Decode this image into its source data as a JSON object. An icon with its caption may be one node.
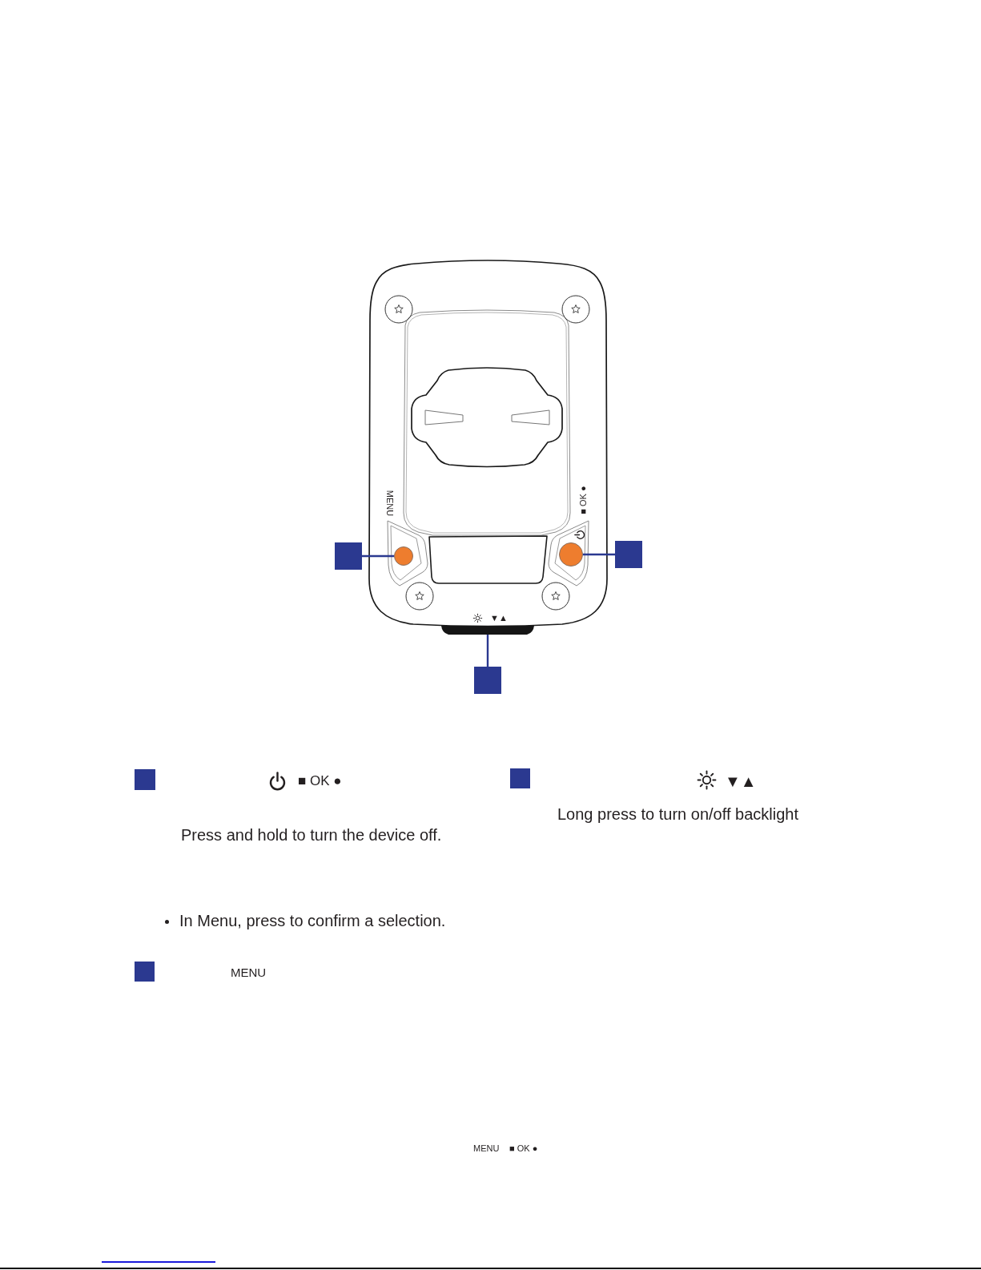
{
  "diagram": {
    "nodes": [
      {
        "text": [],
        "shape": "box"
      },
      {
        "text": [],
        "shape": "circle"
      },
      {
        "text": [],
        "shape": "circle"
      },
      {
        "text": [],
        "shape": "box"
      },
      {
        "text": [],
        "shape": "bar"
      },
      {
        "text": [],
        "shape": "box"
      },
      {
        "text": [],
        "shape": "box"
      },
      {
        "text": [],
        "shape": "box"
      },
      {
        "text": [],
        "shape": "box"
      }
    ],
    "edges": [
      {
        "from": 0,
        "to": 1,
        "arrow": "none"
      },
      {
        "from": 3,
        "to": 2,
        "arrow": "none"
      },
      {
        "from": 5,
        "to": 4,
        "arrow": "none"
      }
    ],
    "labels": [
      "MENU",
      "■ OK ●",
      "▼▲",
      "■ OK ●",
      "▼▲",
      "Long press to turn on/off backlight",
      "Press and hold to turn the device off.",
      "In Menu, press to confirm a selection.",
      "MENU",
      "MENU",
      "■ OK ●"
    ]
  }
}
